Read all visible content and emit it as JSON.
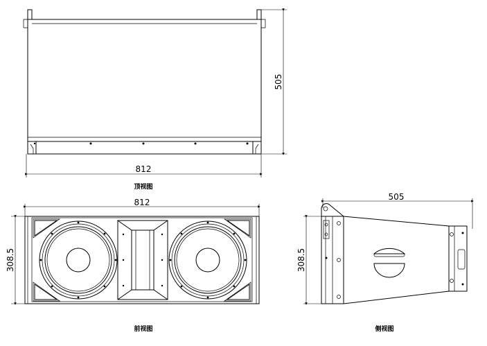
{
  "top_view": {
    "width_dim": "812",
    "depth_dim": "505",
    "caption": "顶视图"
  },
  "front_view": {
    "width_dim": "812",
    "height_dim": "308.5",
    "caption": "前视图"
  },
  "side_view": {
    "depth_dim": "505",
    "height_dim": "308.5",
    "caption": "侧视图"
  }
}
